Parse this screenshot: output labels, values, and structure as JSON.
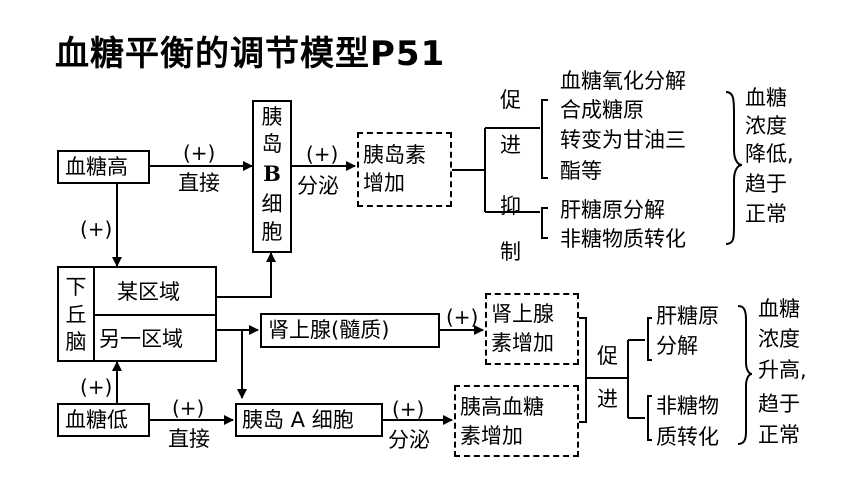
{
  "title": "血糖平衡的调节模型P51",
  "nodes": {
    "high_glucose": "血糖高",
    "low_glucose": "血糖低",
    "hypothalamus": [
      "下",
      "丘",
      "脑"
    ],
    "region_a": "某区域",
    "region_b": "另一区域",
    "beta_cell": [
      "胰",
      "岛",
      "B",
      "细",
      "胞"
    ],
    "alpha_cell": "胰岛 A 细胞",
    "adrenal": "肾上腺(髓质)",
    "insulin": [
      "胰岛素",
      "增加"
    ],
    "adrenaline": [
      "肾上腺",
      "素增加"
    ],
    "glucagon": [
      "胰高血糖",
      "素增加"
    ]
  },
  "edge_labels": {
    "plus": "(+)",
    "direct": "直接",
    "secrete": "分泌"
  },
  "insulin_effects": {
    "promote": [
      "促",
      "进"
    ],
    "promote_items": [
      "血糖氧化分解",
      "合成糖原",
      "转变为甘油三",
      "酯等"
    ],
    "inhibit": [
      "抑",
      "制"
    ],
    "inhibit_items": [
      "肝糖原分解",
      "非糖物质转化"
    ],
    "result": [
      "血糖",
      "浓度",
      "降低,",
      "趋于",
      "正常"
    ]
  },
  "raise_effects": {
    "promote": [
      "促",
      "进"
    ],
    "items": [
      "肝糖原",
      "分解",
      "非糖物",
      "质转化"
    ],
    "result": [
      "血糖",
      "浓度",
      "升高,",
      "趋于",
      "正常"
    ]
  }
}
